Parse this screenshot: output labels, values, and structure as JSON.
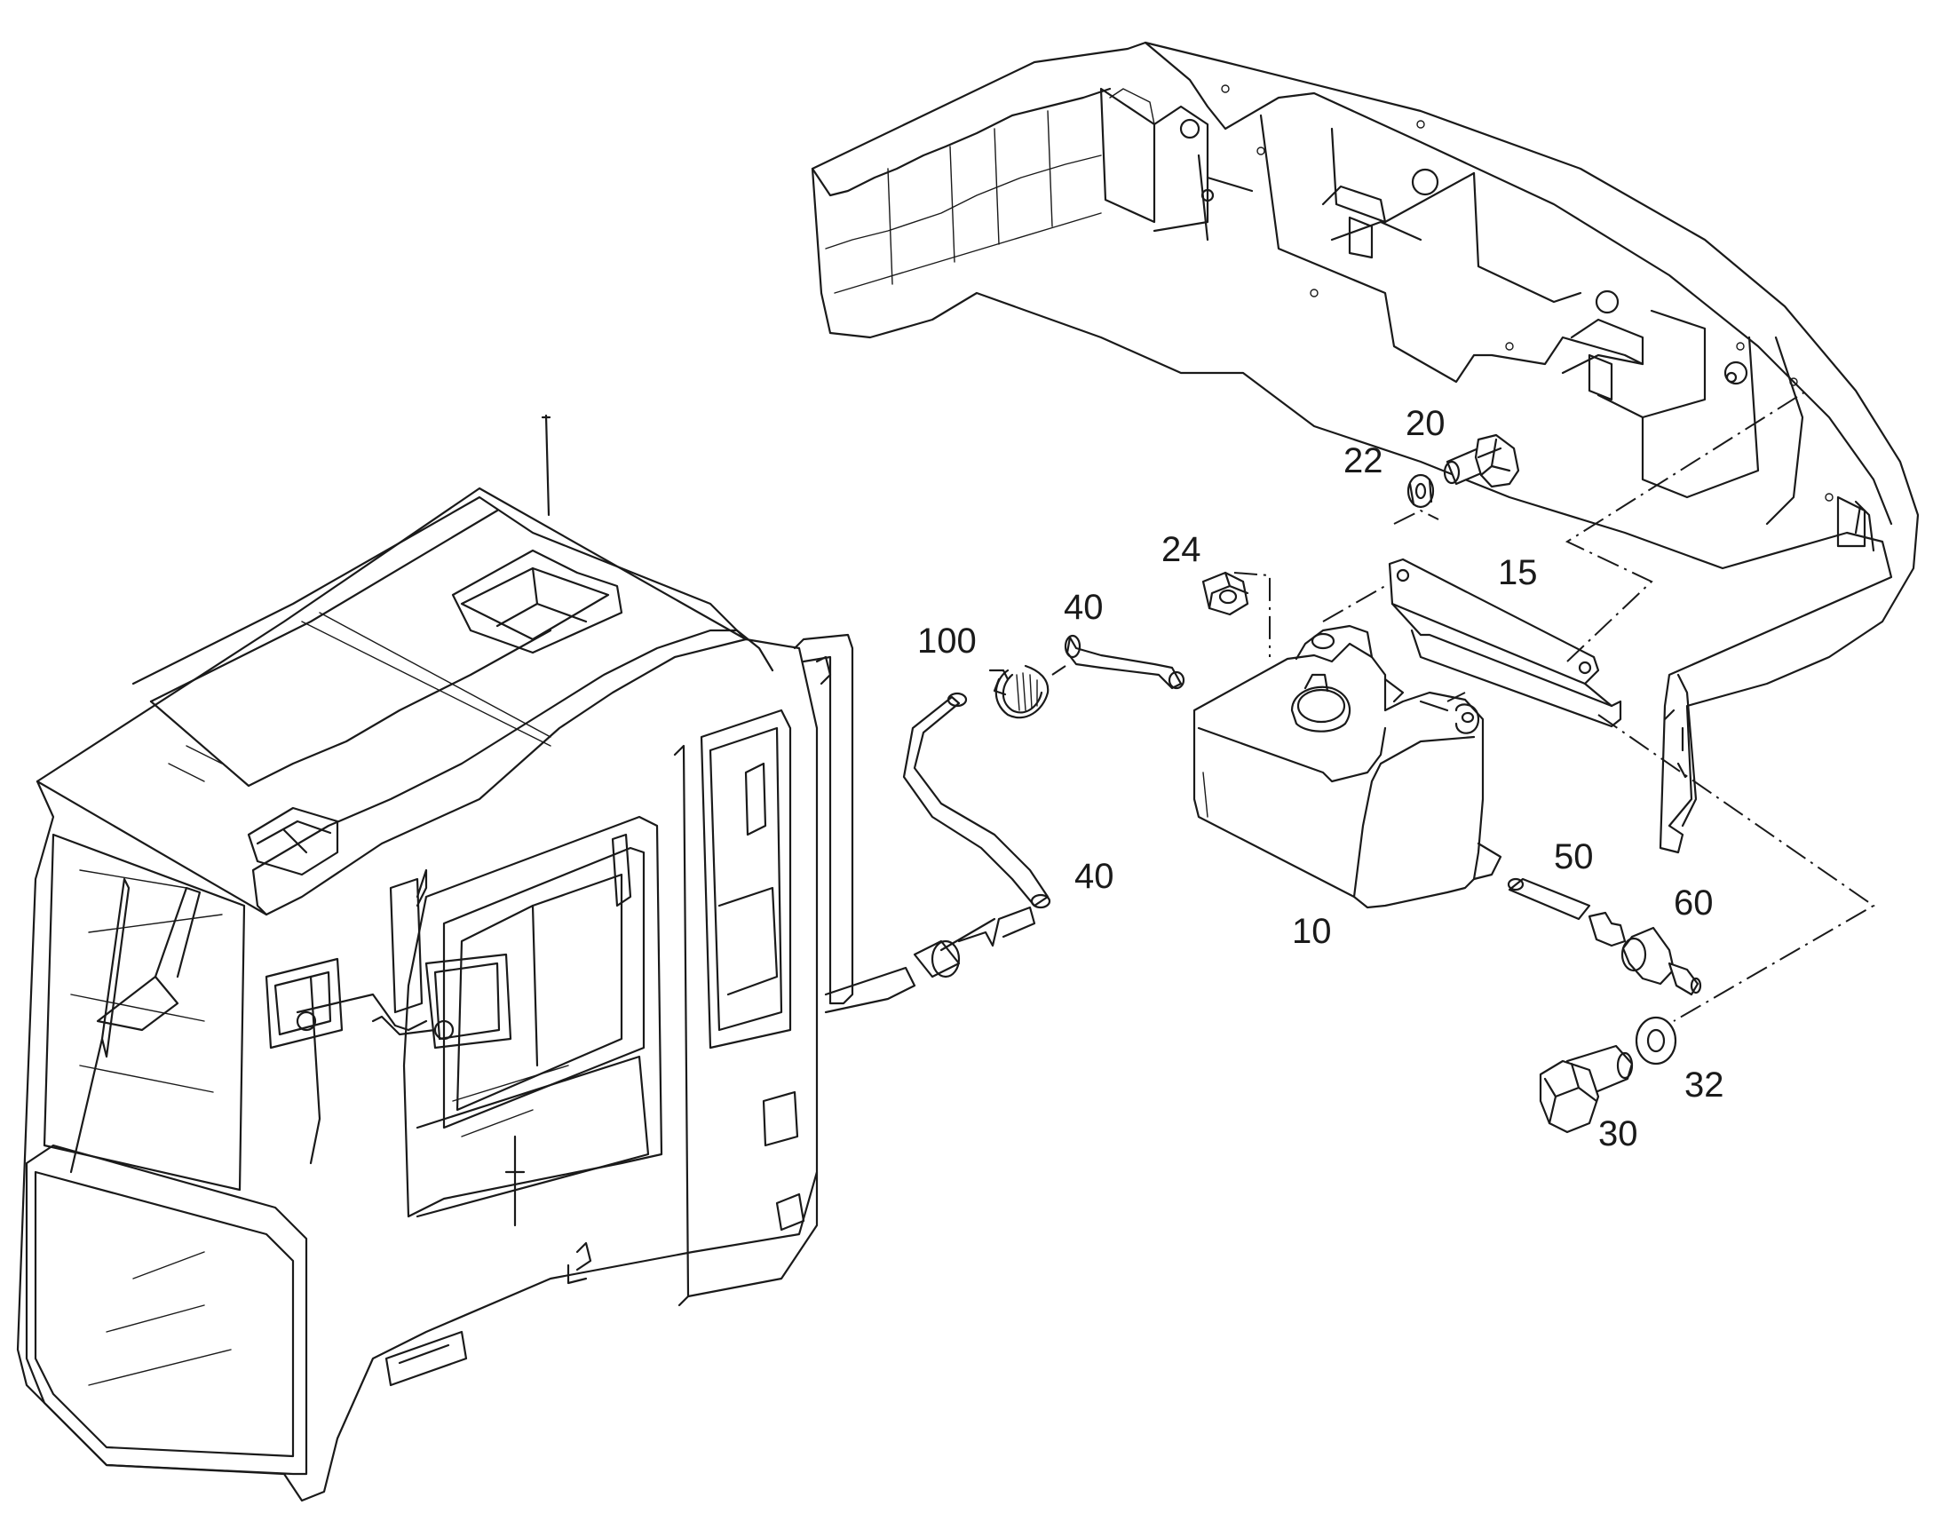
{
  "callouts": {
    "c10": "10",
    "c15": "15",
    "c20": "20",
    "c22": "22",
    "c24": "24",
    "c30": "30",
    "c32": "32",
    "c40a": "40",
    "c40b": "40",
    "c50": "50",
    "c60": "60",
    "c100": "100"
  }
}
